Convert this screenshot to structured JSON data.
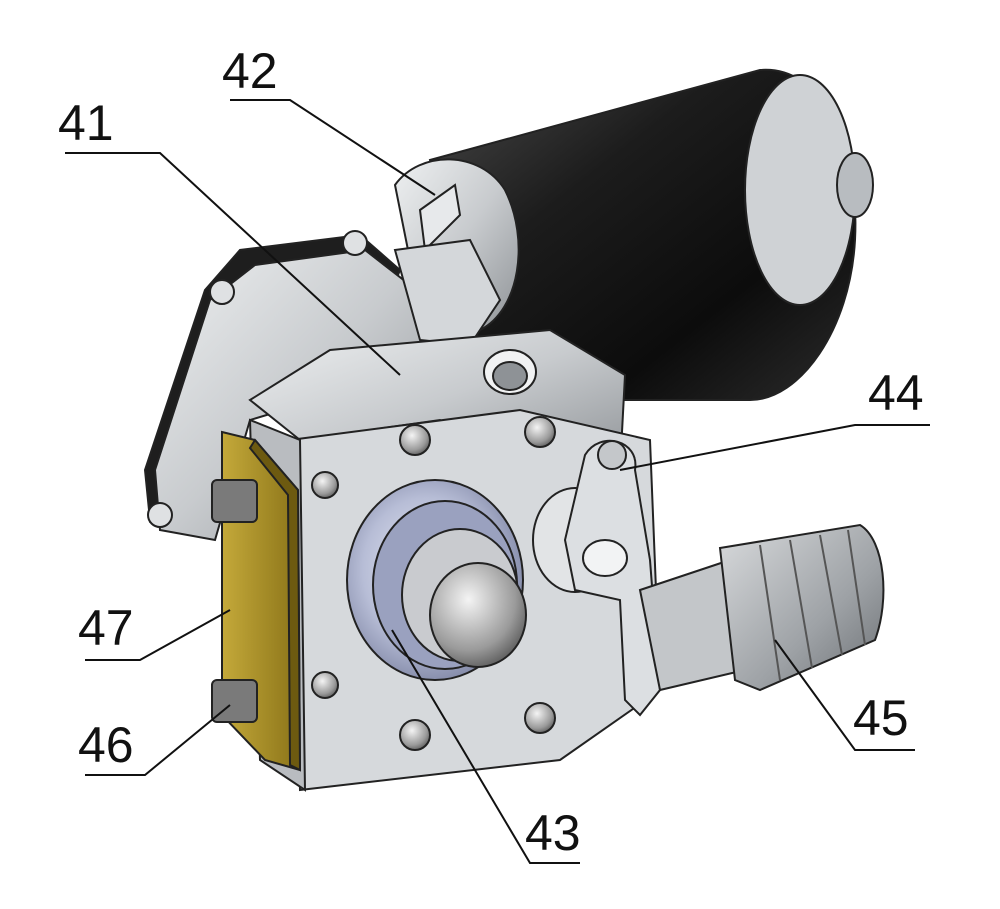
{
  "callouts": {
    "c41": "41",
    "c42": "42",
    "c43": "43",
    "c44": "44",
    "c45": "45",
    "c46": "46",
    "c47": "47"
  },
  "colors": {
    "motor_body": "#1a1a1a",
    "housing": "#c9cccf",
    "housing_light": "#e3e5e7",
    "housing_dark": "#8e9296",
    "board": "#a88f24",
    "pulley": "#b5bcd6",
    "line": "#111111"
  }
}
